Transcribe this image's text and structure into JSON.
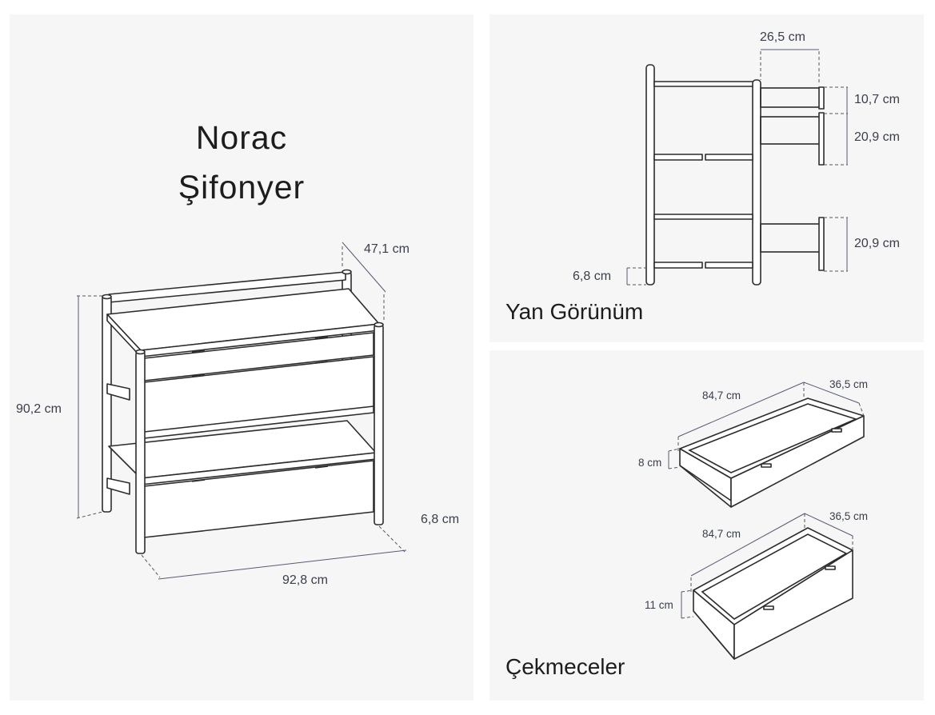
{
  "main": {
    "title_line1": "Norac",
    "title_line2": "Şifonyer",
    "dims": {
      "depth": "47,1 cm",
      "height": "90,2 cm",
      "leg": "6,8 cm",
      "width": "92,8 cm"
    }
  },
  "side_view": {
    "label": "Yan Görünüm",
    "dims": {
      "drawer_depth": "26,5 cm",
      "top_gap": "10,7 cm",
      "drawer1": "20,9 cm",
      "drawer2": "20,9 cm",
      "leg": "6,8 cm"
    }
  },
  "drawers": {
    "label": "Çekmeceler",
    "drawer_top": {
      "length": "84,7 cm",
      "width": "36,5 cm",
      "height": "8 cm"
    },
    "drawer_bottom": {
      "length": "84,7 cm",
      "width": "36,5 cm",
      "height": "11 cm"
    }
  },
  "colors": {
    "background": "#f6f6f6",
    "line": "#2c2c2c",
    "dimension": "#565b73"
  }
}
